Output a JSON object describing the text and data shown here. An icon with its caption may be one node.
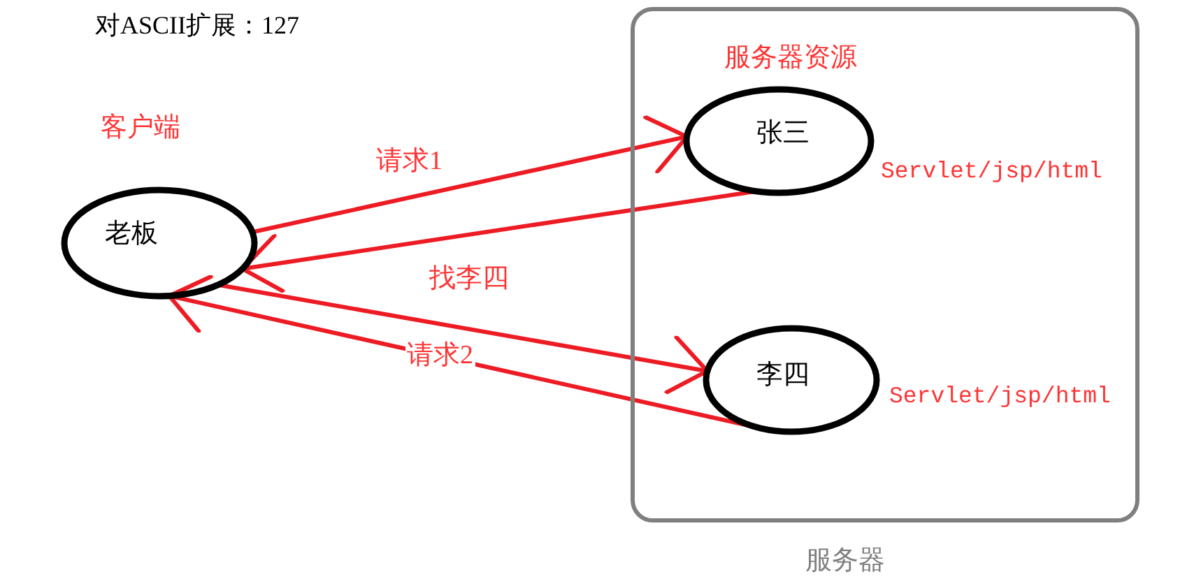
{
  "diagram": {
    "nodes": [
      {
        "text": [
          "老板"
        ],
        "beside": [
          "客户端"
        ]
      },
      {
        "text": [
          "服务器资源"
        ],
        "beside": [
          "服务器"
        ]
      },
      {
        "text": [
          "张三"
        ],
        "in": 1,
        "beside": [
          "Servlet/jsp/html"
        ]
      },
      {
        "text": [
          "李四"
        ],
        "in": 1,
        "beside": [
          "Servlet/jsp/html"
        ]
      }
    ],
    "edges": [
      {
        "from": 0,
        "to": 2,
        "arrow": "to",
        "label": "请求1"
      },
      {
        "from": 2,
        "to": 0,
        "arrow": "to",
        "label": "找李四"
      },
      {
        "from": 0,
        "to": 3,
        "arrow": "to",
        "label": "请求2"
      },
      {
        "from": 3,
        "to": 0,
        "arrow": "to"
      }
    ],
    "labels": [
      "对ASCII扩展：127"
    ]
  }
}
